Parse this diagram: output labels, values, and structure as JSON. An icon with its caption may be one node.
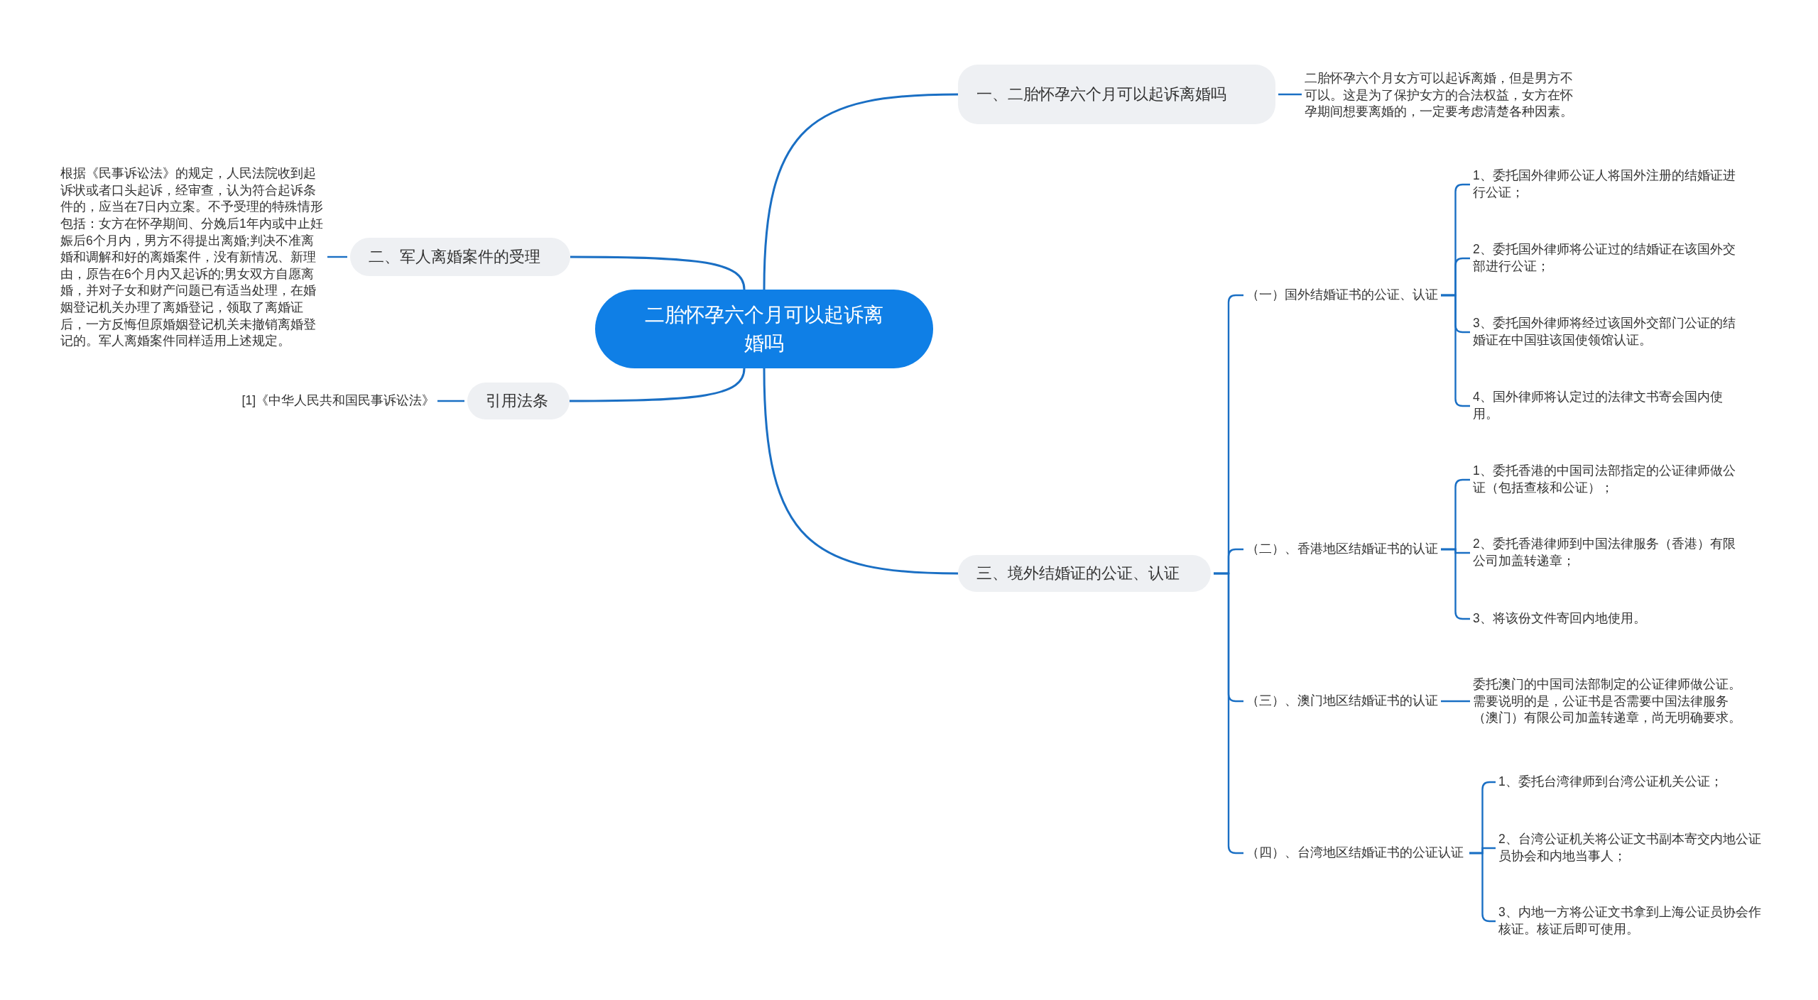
{
  "diagram": {
    "nodes": [
      {
        "text": [
          "二胎怀孕六个月可以起诉离婚吗"
        ]
      },
      {
        "text": [
          "一、二胎怀孕六个月可以起诉离婚吗"
        ]
      },
      {
        "text": [
          "二胎怀孕六个月女方可以起诉离婚，但是男方不可以。这是为了保护女方的合法权益，女方在怀孕期间想要离婚的，一定要考虑清楚各种因素。"
        ]
      },
      {
        "text": [
          "二、军人离婚案件的受理"
        ]
      },
      {
        "text": [
          "根据《民事诉讼法》的规定，人民法院收到起诉状或者口头起诉，经审查，认为符合起诉条件的，应当在7日内立案。不予受理的特殊情形包括：女方在怀孕期间、分娩后1年内或中止妊娠后6个月内，男方不得提出离婚;判决不准离婚和调解和好的离婚案件，没有新情况、新理由，原告在6个月内又起诉的;男女双方自愿离婚，并对子女和财产问题已有适当处理，在婚姻登记机关办理了离婚登记，领取了离婚证后，一方反悔但原婚姻登记机关未撤销离婚登记的。军人离婚案件同样适用上述规定。"
        ]
      },
      {
        "text": [
          "引用法条"
        ]
      },
      {
        "text": [
          "[1]《中华人民共和国民事诉讼法》"
        ]
      },
      {
        "text": [
          "三、境外结婚证的公证、认证"
        ]
      },
      {
        "text": [
          "（一）国外结婚证书的公证、认证"
        ]
      },
      {
        "text": [
          "1、委托国外律师公证人将国外注册的结婚证进行公证；"
        ]
      },
      {
        "text": [
          "2、委托国外律师将公证过的结婚证在该国外交部进行公证；"
        ]
      },
      {
        "text": [
          "3、委托国外律师将经过该国外交部门公证的结婚证在中国驻该国使领馆认证。"
        ]
      },
      {
        "text": [
          "4、国外律师将认定过的法律文书寄会国内使用。"
        ]
      },
      {
        "text": [
          "（二）、香港地区结婚证书的认证"
        ]
      },
      {
        "text": [
          "1、委托香港的中国司法部指定的公证律师做公证（包括查核和公证）；"
        ]
      },
      {
        "text": [
          "2、委托香港律师到中国法律服务（香港）有限公司加盖转递章；"
        ]
      },
      {
        "text": [
          "3、将该份文件寄回内地使用。"
        ]
      },
      {
        "text": [
          "（三）、澳门地区结婚证书的认证"
        ]
      },
      {
        "text": [
          "委托澳门的中国司法部制定的公证律师做公证。需要说明的是，公证书是否需要中国法律服务（澳门）有限公司加盖转递章，尚无明确要求。"
        ]
      },
      {
        "text": [
          "（四）、台湾地区结婚证书的公证认证"
        ]
      },
      {
        "text": [
          "1、委托台湾律师到台湾公证机关公证；"
        ]
      },
      {
        "text": [
          "2、台湾公证机关将公证文书副本寄交内地公证员协会和内地当事人；"
        ]
      },
      {
        "text": [
          "3、内地一方将公证文书拿到上海公证员协会作核证。核证后即可使用。"
        ]
      }
    ],
    "edges": [
      {
        "from": 0,
        "to": 1,
        "arrow": "none"
      },
      {
        "from": 1,
        "to": 2,
        "arrow": "none"
      },
      {
        "from": 0,
        "to": 3,
        "arrow": "none"
      },
      {
        "from": 3,
        "to": 4,
        "arrow": "none"
      },
      {
        "from": 0,
        "to": 5,
        "arrow": "none"
      },
      {
        "from": 5,
        "to": 6,
        "arrow": "none"
      },
      {
        "from": 0,
        "to": 7,
        "arrow": "none"
      },
      {
        "from": 7,
        "to": 8,
        "arrow": "none"
      },
      {
        "from": 8,
        "to": 9,
        "arrow": "none"
      },
      {
        "from": 8,
        "to": 10,
        "arrow": "none"
      },
      {
        "from": 8,
        "to": 11,
        "arrow": "none"
      },
      {
        "from": 8,
        "to": 12,
        "arrow": "none"
      },
      {
        "from": 7,
        "to": 13,
        "arrow": "none"
      },
      {
        "from": 13,
        "to": 14,
        "arrow": "none"
      },
      {
        "from": 13,
        "to": 15,
        "arrow": "none"
      },
      {
        "from": 13,
        "to": 16,
        "arrow": "none"
      },
      {
        "from": 7,
        "to": 17,
        "arrow": "none"
      },
      {
        "from": 17,
        "to": 18,
        "arrow": "none"
      },
      {
        "from": 7,
        "to": 19,
        "arrow": "none"
      },
      {
        "from": 19,
        "to": 20,
        "arrow": "none"
      },
      {
        "from": 19,
        "to": 21,
        "arrow": "none"
      },
      {
        "from": 19,
        "to": 22,
        "arrow": "none"
      }
    ]
  }
}
